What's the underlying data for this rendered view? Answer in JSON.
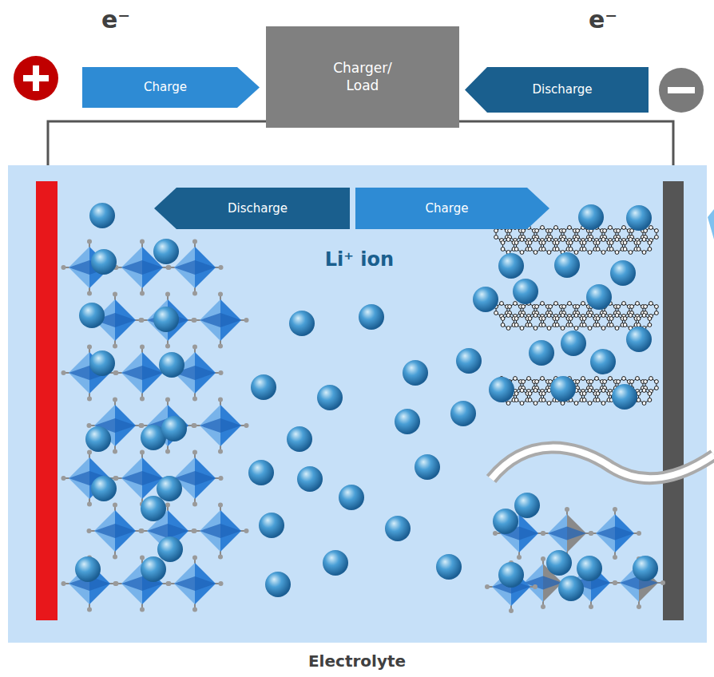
{
  "diagram": {
    "nodes": [
      {
        "text": [
          "Charge"
        ]
      },
      {
        "text": [
          "Charger/ Load"
        ]
      },
      {
        "text": [
          "Discharge"
        ]
      },
      {
        "text": [
          "Discharge"
        ]
      },
      {
        "text": [
          "Charge"
        ]
      }
    ],
    "labels": [
      "e⁻",
      "e⁻",
      "Li⁺ ion",
      "Electrolyte"
    ]
  }
}
